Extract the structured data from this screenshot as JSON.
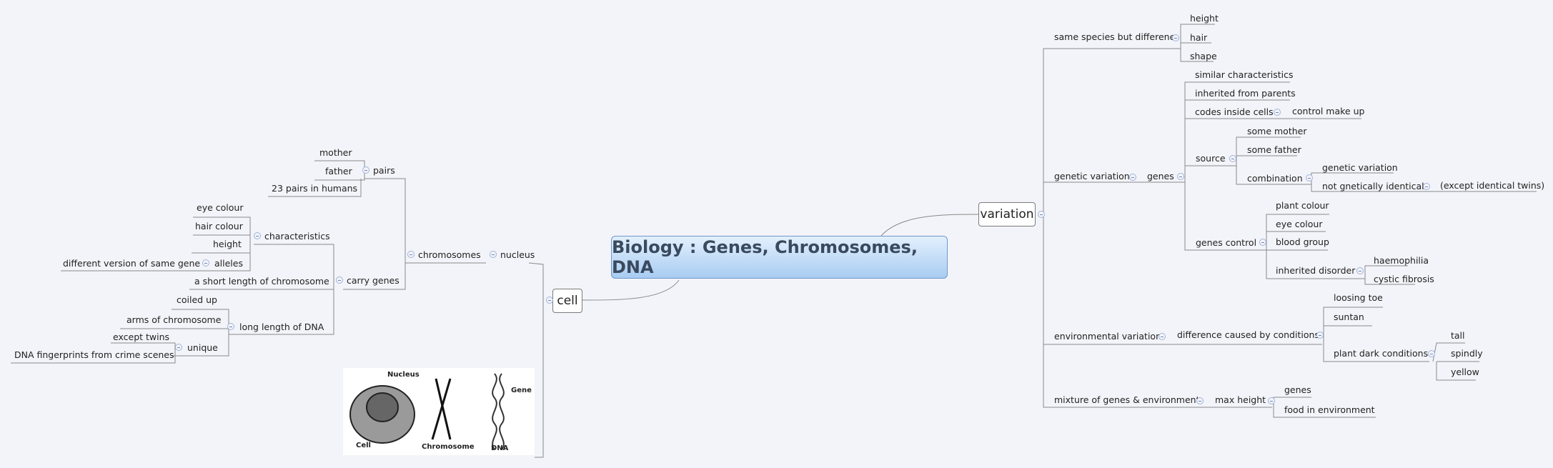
{
  "title": "Biology : Genes, Chromosomes, DNA",
  "cell": {
    "label": "cell",
    "nucleus": "nucleus",
    "chromosomes": "chromosomes",
    "pairs": "pairs",
    "mother": "mother",
    "father": "father",
    "humans_pairs": "23 pairs in humans",
    "carry_genes": "carry genes",
    "characteristics": "characteristics",
    "eye_colour": "eye colour",
    "hair_colour": "hair colour",
    "height": "height",
    "alleles": "alleles",
    "different_version": "different version of same gene",
    "short_length": "a short length of chromosome",
    "long_length": "long length of DNA",
    "coiled_up": "coiled up",
    "arms": "arms of chromosome",
    "unique": "unique",
    "except_twins": "except twins",
    "fingerprints": "DNA fingerprints from crime scenes"
  },
  "illustration": {
    "nucleus": "Nucleus",
    "gene": "Gene",
    "cell": "Cell",
    "chromosome": "Chromosome",
    "dna": "DNA"
  },
  "variation": {
    "label": "variation",
    "same_species": "same species but differene",
    "height": "height",
    "hair": "hair",
    "shape": "shape",
    "genetic_variation": "genetic variation",
    "genes": "genes",
    "similar": "similar characteristics",
    "inherited": "inherited from parents",
    "codes": "codes inside cells",
    "control_make_up": "control make up",
    "source": "source",
    "some_mother": "some mother",
    "some_father": "some father",
    "combination": "combination",
    "genetic_variation_2": "genetic variation",
    "not_identical": "not gnetically identical",
    "except_identical": "(except identical twins)",
    "genes_control": "genes control",
    "plant_colour": "plant colour",
    "eye_colour": "eye colour",
    "blood_group": "blood group",
    "inherited_disorder": "inherited disorder",
    "haemophilia": "haemophilia",
    "cystic": "cystic fibrosis",
    "environmental": "environmental variation",
    "difference": "difference caused by conditions",
    "loosing_toe": "loosing toe",
    "suntan": "suntan",
    "plant_dark": "plant dark conditions",
    "tall": "tall",
    "spindly": "spindly",
    "yellow": "yellow",
    "mixture": "mixture of genes & environment",
    "max_height": "max height",
    "genes_2": "genes",
    "food": "food in environment"
  }
}
